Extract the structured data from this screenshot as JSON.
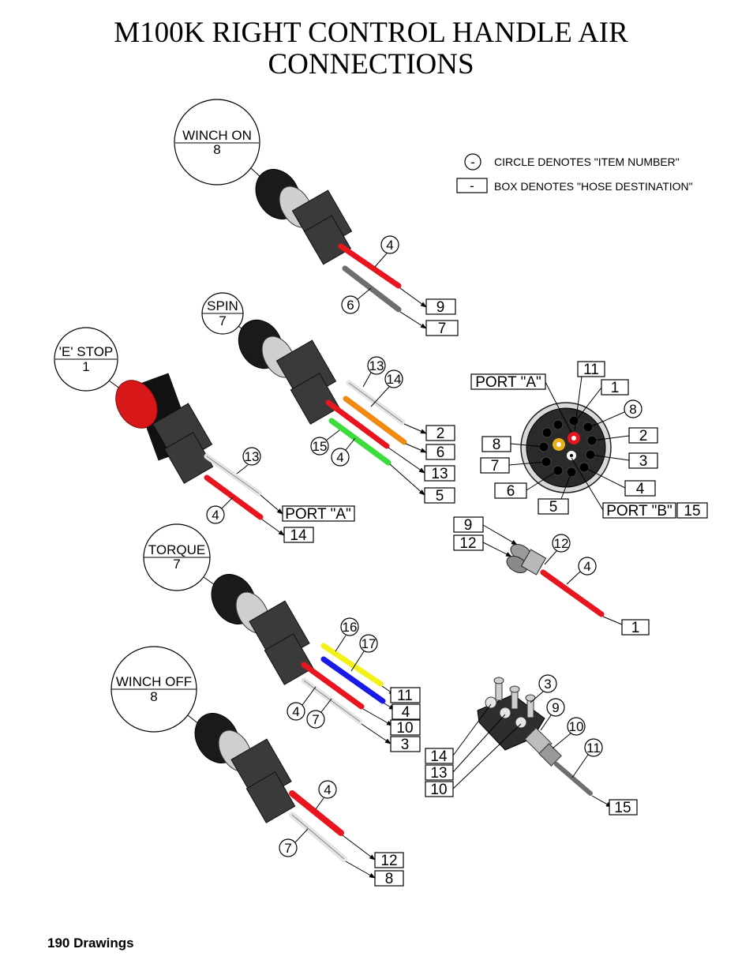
{
  "page": {
    "title_line1": "M100K RIGHT CONTROL HANDLE AIR",
    "title_line2": "CONNECTIONS",
    "footer": "190  Drawings"
  },
  "legend": {
    "circle_symbol": "-",
    "circle_text": "CIRCLE DENOTES \"ITEM NUMBER\"",
    "box_symbol": "-",
    "box_text": "BOX  DENOTES \"HOSE DESTINATION\""
  },
  "buttons": {
    "winch_on": {
      "label": "WINCH ON",
      "num": "8"
    },
    "spin": {
      "label": "SPIN",
      "num": "7"
    },
    "estop": {
      "label": "'E' STOP",
      "num": "1"
    },
    "torque": {
      "label": "TORQUE",
      "num": "7"
    },
    "winch_off": {
      "label": "WINCH OFF",
      "num": "8"
    }
  },
  "callouts": {
    "winch_on": {
      "items": [
        "4",
        "6"
      ],
      "boxes": [
        "9",
        "7"
      ]
    },
    "spin": {
      "items": [
        "13",
        "14",
        "15",
        "4"
      ],
      "boxes": [
        "2",
        "6",
        "13",
        "5"
      ]
    },
    "estop": {
      "items": [
        "13",
        "4"
      ],
      "boxes": [
        "PORT \"A\"",
        "14"
      ]
    },
    "torque": {
      "items": [
        "16",
        "17",
        "4",
        "7"
      ],
      "boxes": [
        "11",
        "4",
        "10",
        "3"
      ]
    },
    "winch_off": {
      "items": [
        "4",
        "7"
      ],
      "boxes": [
        "12",
        "8"
      ]
    },
    "connector": {
      "port_a": "PORT \"A\"",
      "port_b": "PORT \"B\"",
      "port_b_item": "15",
      "boxes": [
        "11",
        "1",
        "8",
        "2",
        "3",
        "4",
        "5",
        "6",
        "7",
        "8"
      ]
    },
    "tee": {
      "boxes": [
        "9",
        "12",
        "1"
      ],
      "items": [
        "12",
        "4"
      ]
    },
    "manifold": {
      "items": [
        "3",
        "9",
        "10",
        "11"
      ],
      "boxes": [
        "14",
        "13",
        "10",
        "15"
      ]
    }
  },
  "colors": {
    "red": "#e8141e",
    "gray_dark": "#6e6e6e",
    "white": "#e4e4e4",
    "orange": "#f08a10",
    "green": "#3ddc3d",
    "yellow": "#f4f01a",
    "blue": "#1a1ae6",
    "estop_red": "#d81818",
    "connector_gold": "#e8b01a"
  }
}
